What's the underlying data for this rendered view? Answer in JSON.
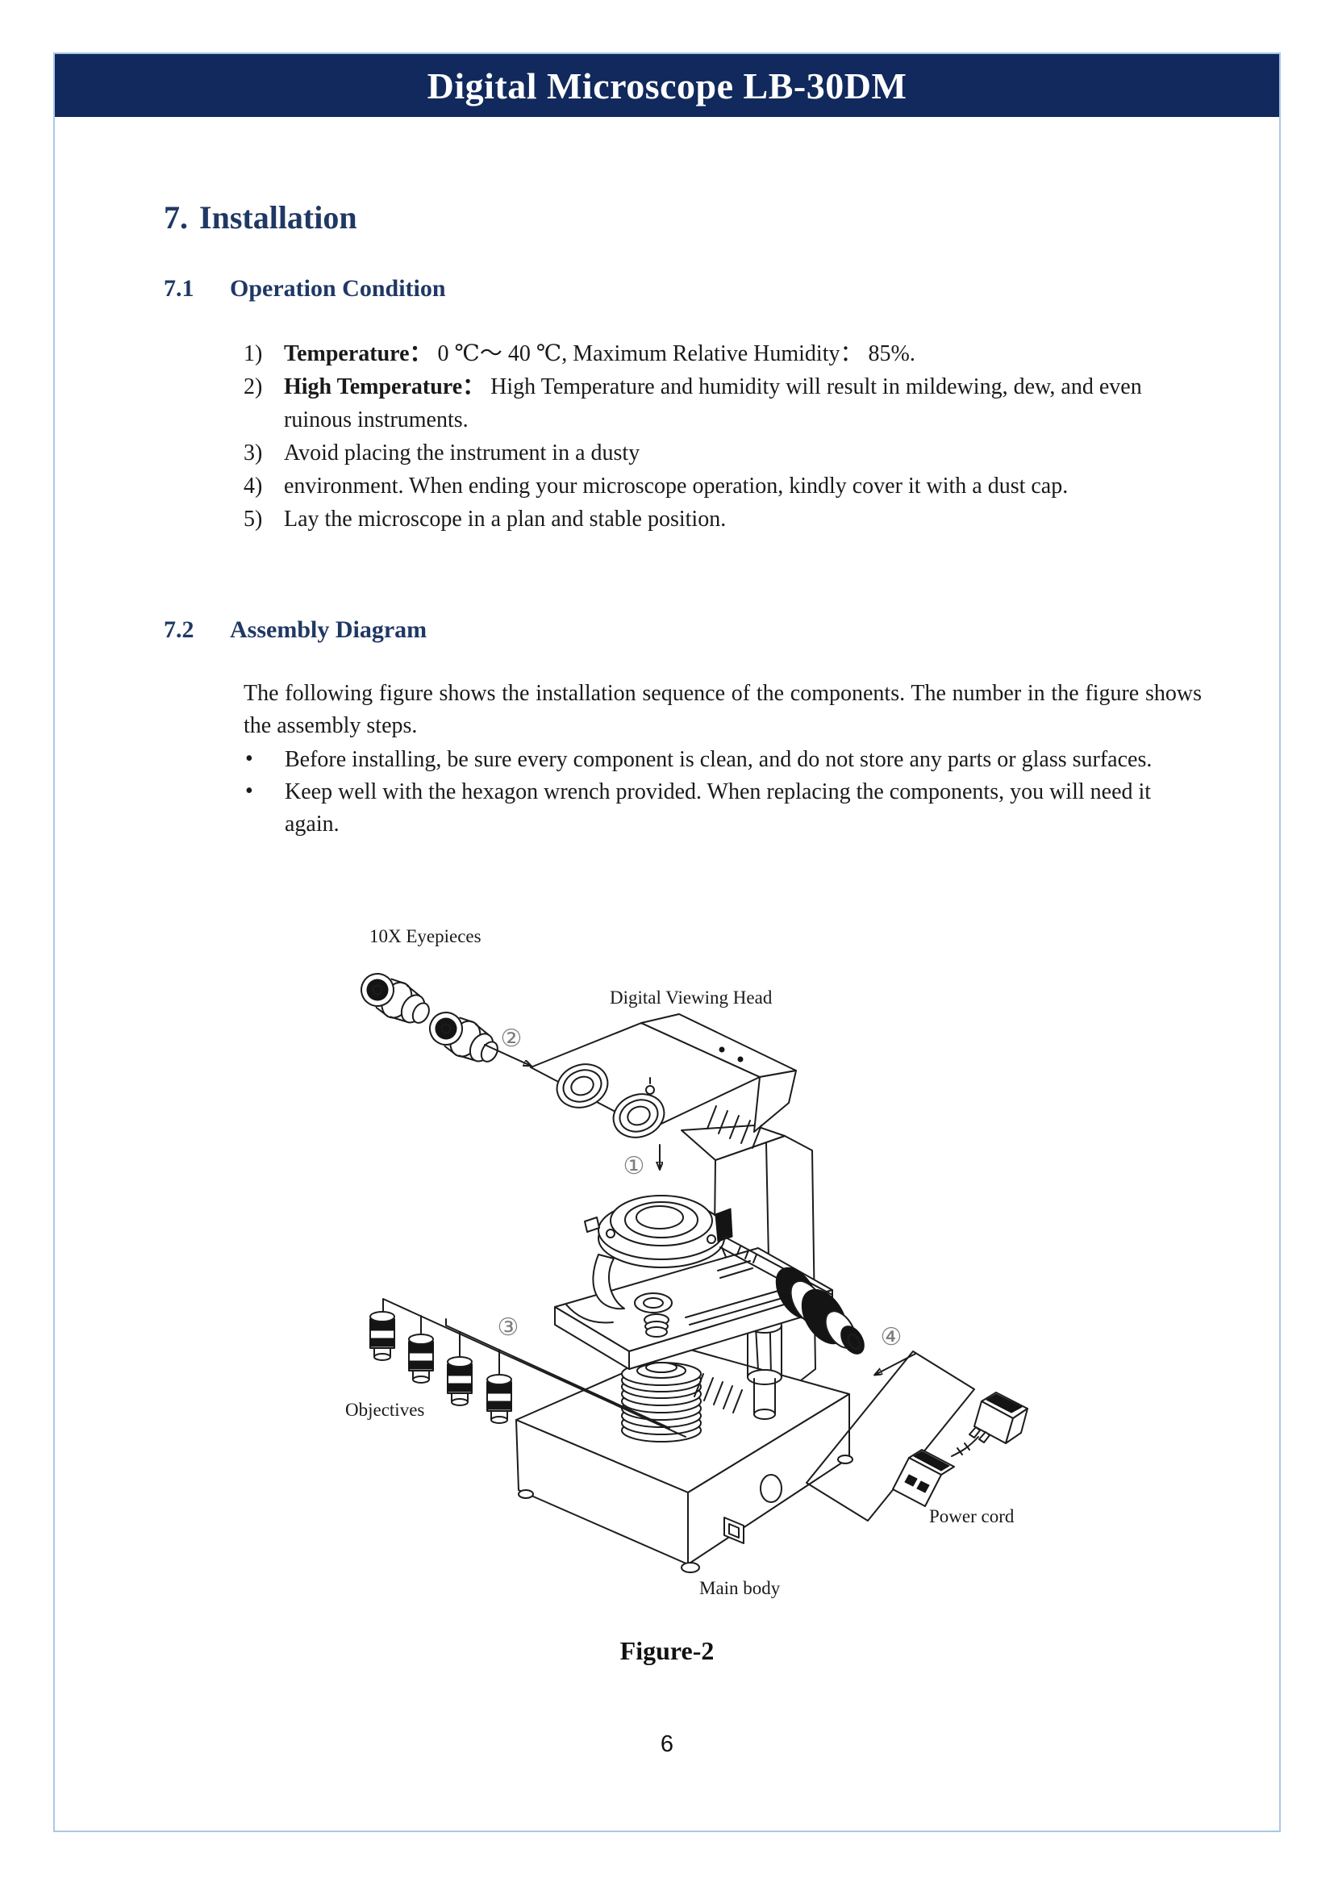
{
  "header": {
    "title": "Digital Microscope LB-30DM"
  },
  "section": {
    "number": "7.",
    "title": "Installation"
  },
  "subsection1": {
    "number": "7.1",
    "title": "Operation Condition",
    "items": [
      {
        "num": "1)",
        "bold": "Temperature：",
        "text": " 0 ℃～ 40 ℃, Maximum Relative Humidity： 85%."
      },
      {
        "num": "2)",
        "bold": "High Temperature：",
        "text": " High Temperature and humidity will result in mildewing, dew, and even ruinous instruments."
      },
      {
        "num": "3)",
        "bold": "",
        "text": "Avoid placing the instrument in a dusty"
      },
      {
        "num": "4)",
        "bold": "",
        "text": "environment. When ending your microscope operation, kindly cover it with a dust cap."
      },
      {
        "num": "5)",
        "bold": "",
        "text": "Lay the microscope in a plan and stable position."
      }
    ]
  },
  "subsection2": {
    "number": "7.2",
    "title": "Assembly Diagram",
    "intro": "The following figure shows the installation sequence of the components. The number in the figure shows the assembly steps.",
    "bullet_char": "•",
    "bullets": [
      "Before installing, be sure every component is clean, and do not store any parts or glass surfaces.",
      "Keep well with the hexagon wrench provided. When replacing the components, you will need it again."
    ]
  },
  "figure": {
    "labels": {
      "eyepieces": "10X Eyepieces",
      "viewing_head": "Digital Viewing Head",
      "objectives": "Objectives",
      "power_cord": "Power cord",
      "main_body": "Main body"
    },
    "steps": [
      "①",
      "②",
      "③",
      "④"
    ],
    "caption": "Figure-2"
  },
  "page": {
    "number": "6"
  },
  "colors": {
    "header_bg": "#11295c",
    "heading_text": "#1f3864",
    "page_border": "#a9c7e7"
  }
}
